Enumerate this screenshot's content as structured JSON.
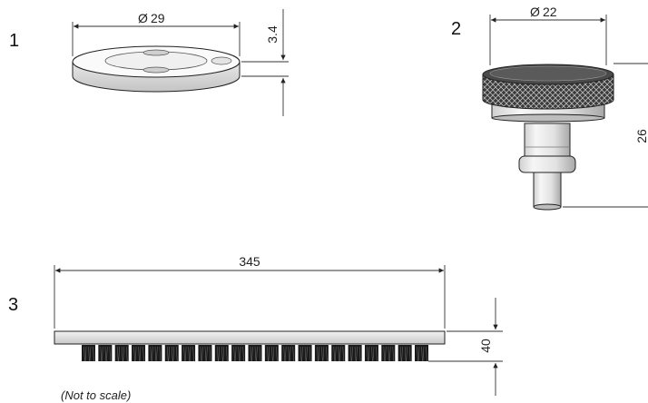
{
  "parts": [
    {
      "number": "1",
      "dimensions": [
        "29",
        "3.4"
      ]
    },
    {
      "number": "2",
      "dimensions": [
        "22",
        "26"
      ]
    },
    {
      "number": "3",
      "dimensions": [
        "345",
        "40"
      ]
    }
  ],
  "diameter_symbol": "Ø",
  "note": "(Not to scale)"
}
